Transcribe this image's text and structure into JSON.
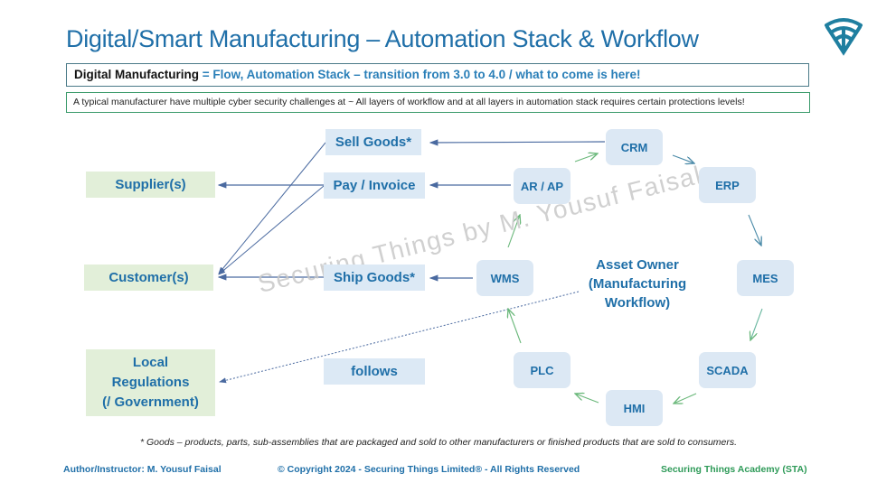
{
  "header": {
    "title": "Digital/Smart Manufacturing – Automation Stack & Workflow",
    "logo_icon": "shield-signal-logo-icon"
  },
  "banner": {
    "key": "Digital Manufacturing",
    "value": " = Flow, Automation Stack – transition from 3.0 to 4.0 / what to come is here!"
  },
  "note": "A typical manufacturer have multiple cyber security challenges at ~ All layers of workflow and at all layers in automation stack requires certain protections levels!",
  "external_parties": {
    "supplier": "Supplier(s)",
    "customer": "Customer(s)",
    "regulations_lines": [
      "Local",
      "Regulations",
      "(/ Government)"
    ]
  },
  "actions": {
    "sell_goods": "Sell Goods*",
    "pay_invoice": "Pay / Invoice",
    "ship_goods": "Ship Goods*",
    "follows": "follows"
  },
  "workflow_cycle": {
    "center_lines": [
      "Asset Owner",
      "(Manufacturing",
      "Workflow)"
    ],
    "nodes": {
      "crm": "CRM",
      "erp": "ERP",
      "mes": "MES",
      "scada": "SCADA",
      "hmi": "HMI",
      "plc": "PLC",
      "wms": "WMS",
      "ar_ap": "AR / AP"
    },
    "order": [
      "CRM",
      "ERP",
      "MES",
      "SCADA",
      "HMI",
      "PLC",
      "WMS",
      "AR / AP",
      "CRM"
    ]
  },
  "edges": [
    {
      "from": "CRM",
      "to": "Sell Goods*"
    },
    {
      "from": "AR / AP",
      "to": "Pay / Invoice"
    },
    {
      "from": "WMS",
      "to": "Ship Goods*"
    },
    {
      "from": "Sell Goods*",
      "to": "Customer(s)"
    },
    {
      "from": "Pay / Invoice",
      "to": "Customer(s)"
    },
    {
      "from": "Pay / Invoice",
      "to": "Supplier(s)"
    },
    {
      "from": "Ship Goods*",
      "to": "Customer(s)"
    },
    {
      "from": "Asset Owner",
      "to": "Local Regulations",
      "style": "dotted"
    }
  ],
  "watermark": "Securing  Things  by  M. Yousuf Faisal",
  "footnote": "* Goods – products, parts, sub-assemblies that are packaged and sold to other manufacturers or finished products that are sold to consumers.",
  "footer": {
    "author": "Author/Instructor: M. Yousuf Faisal",
    "copyright": "© Copyright 2024 - Securing Things Limited® - All Rights Reserved",
    "academy": "Securing Things Academy (STA)"
  },
  "colors": {
    "title_blue": "#1f6fa8",
    "green_box": "#e2efd9",
    "blue_box": "#dce9f5",
    "arrow_blue": "#4a6aa0",
    "arrow_green": "#6ab87a",
    "academy_green": "#2e9a58"
  }
}
